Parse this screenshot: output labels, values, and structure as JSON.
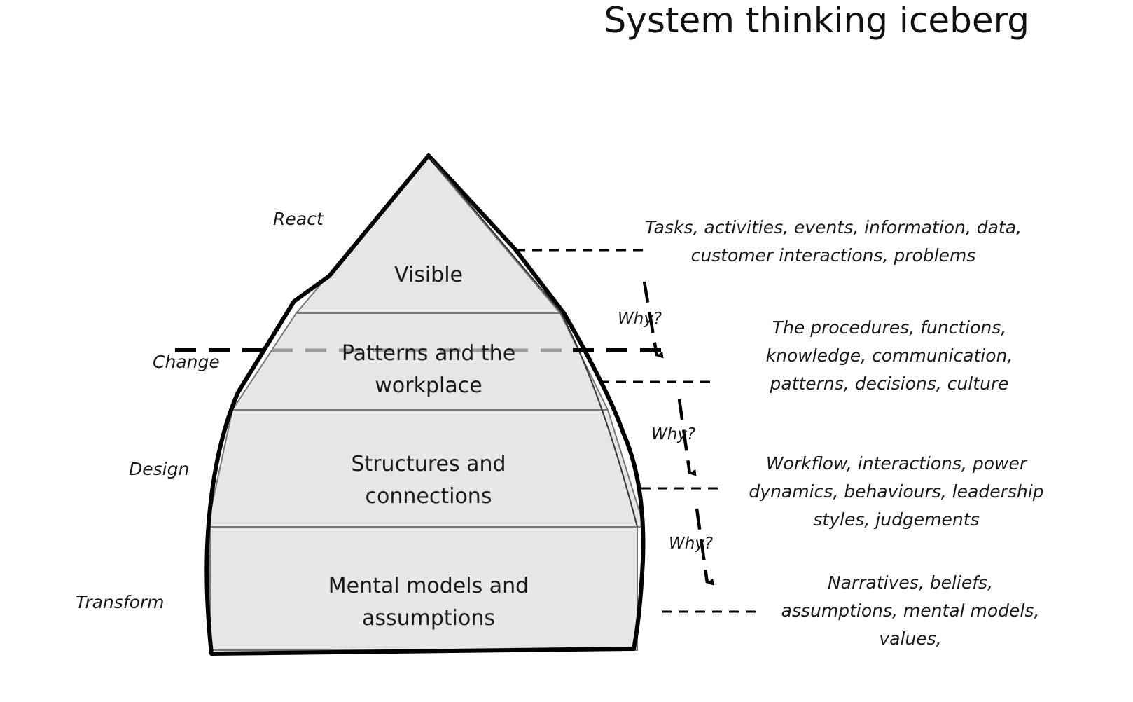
{
  "title": "System thinking iceberg",
  "colors": {
    "fill": "#e6e6e6",
    "outline": "#000000",
    "divider": "#777777",
    "dash_light": "#9a9a9a"
  },
  "layers": [
    {
      "id": "visible",
      "line1": "Visible",
      "line2": ""
    },
    {
      "id": "patterns",
      "line1": "Patterns and the",
      "line2": "workplace"
    },
    {
      "id": "structures",
      "line1": "Structures and",
      "line2": "connections"
    },
    {
      "id": "mental",
      "line1": "Mental models and",
      "line2": "assumptions"
    }
  ],
  "side_labels": [
    "React",
    "Change",
    "Design",
    "Transform"
  ],
  "why_label": "Why?",
  "descriptions": [
    {
      "l1": "Tasks, activities, events, information, data,",
      "l2": "customer interactions, problems",
      "l3": ""
    },
    {
      "l1": "The procedures, functions,",
      "l2": "knowledge, communication,",
      "l3": "patterns, decisions, culture"
    },
    {
      "l1": "Workflow, interactions, power",
      "l2": "dynamics, behaviours, leadership",
      "l3": "styles, judgements"
    },
    {
      "l1": "Narratives, beliefs,",
      "l2": "assumptions, mental models,",
      "l3": "values,"
    }
  ]
}
